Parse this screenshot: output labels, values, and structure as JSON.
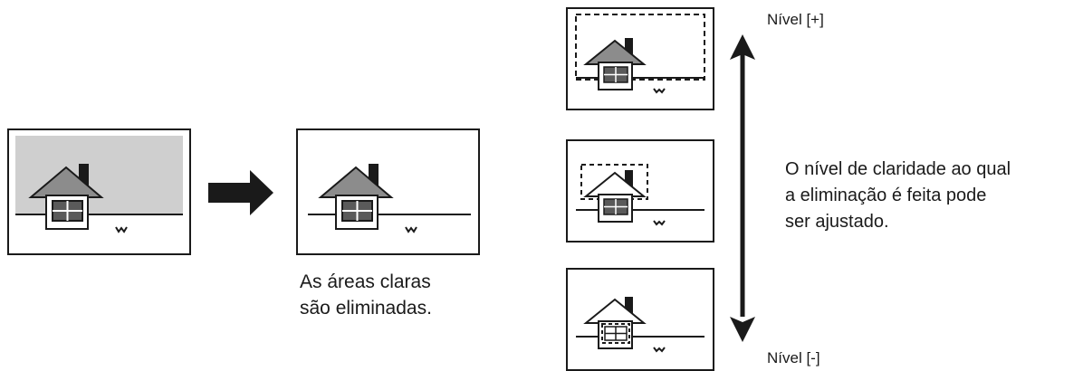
{
  "diagram": {
    "caption_removed": [
      "As áreas claras",
      "são eliminadas."
    ],
    "caption_adjust": [
      "O nível de claridade ao qual",
      "a eliminação é feita pode",
      "ser ajustado."
    ],
    "level_plus": "Nível [+]",
    "level_minus": "Nível [-]",
    "colors": {
      "line": "#1a1a1a",
      "gray_background": "#cfcfcf",
      "roof": "#8c8c8c",
      "window": "#5a5a5a",
      "paper": "#ffffff"
    }
  }
}
